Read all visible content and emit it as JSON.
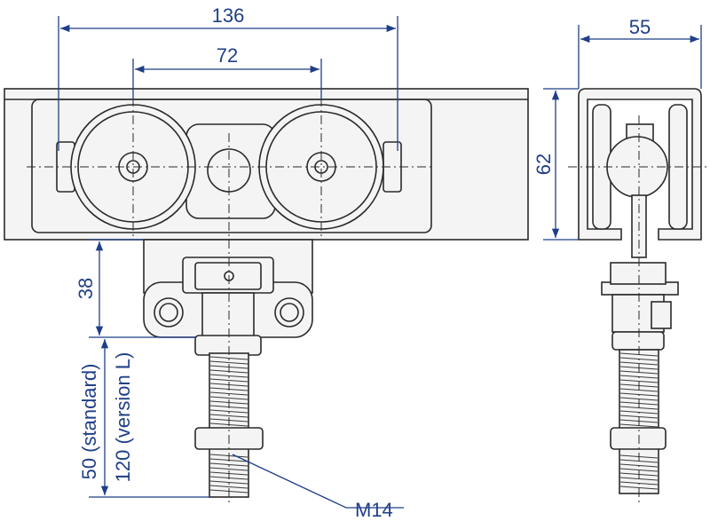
{
  "colors": {
    "dimension": "#1f3f86",
    "outline": "#2a2a2a"
  },
  "dimensions": {
    "bolt_spacing_outer": "136",
    "wheel_spacing": "72",
    "profile_width": "55",
    "profile_height": "62",
    "drop_height": "38",
    "thread_length_standard": "50 (standard)",
    "thread_length_version_l": "120 (version L)",
    "thread_size": "M14"
  }
}
